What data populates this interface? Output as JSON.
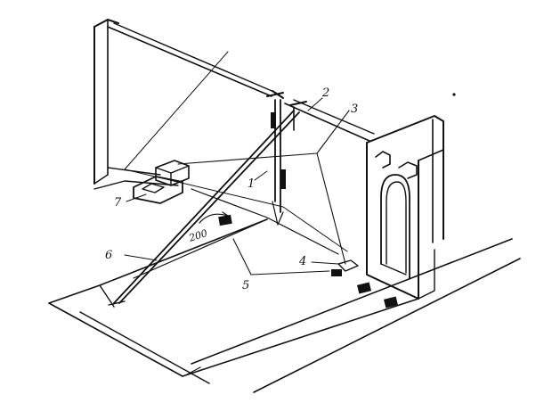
{
  "labels": {
    "l1": "1",
    "l2": "2",
    "l3": "3",
    "l4": "4",
    "l5": "5",
    "l6": "6",
    "l7": "7",
    "dim": "200"
  },
  "colors": {
    "ink": "#111111",
    "paper": "#ffffff"
  }
}
